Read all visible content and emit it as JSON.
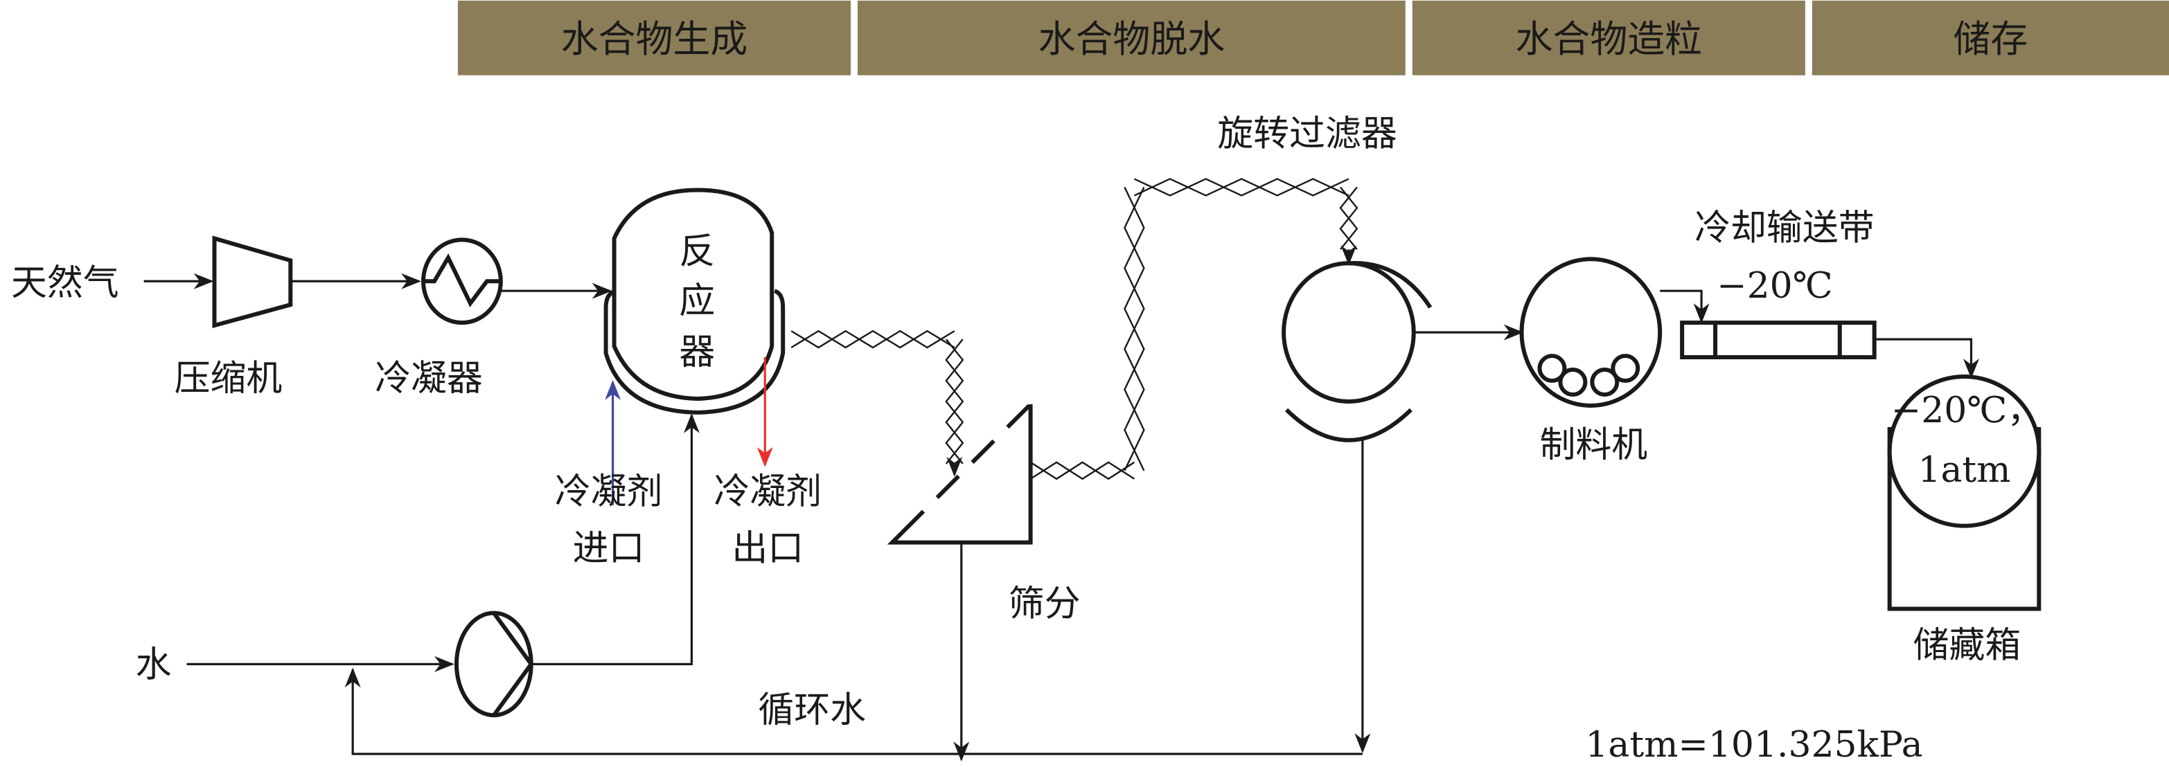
{
  "stages": [
    "水合物生成",
    "水合物脱水",
    "水合物造粒",
    "储存"
  ],
  "labels": {
    "natural_gas": "天然气",
    "compressor": "压缩机",
    "condenser": "冷凝器",
    "reactor": [
      "反",
      "应",
      "器"
    ],
    "coolant_in": [
      "冷凝剂",
      "进口"
    ],
    "coolant_out": [
      "冷凝剂",
      "出口"
    ],
    "water": "水",
    "recycle_water": "循环水",
    "screening": "筛分",
    "rotary_filter": "旋转过滤器",
    "pelletizer": "制料机",
    "cooling_conveyor": "冷却输送带",
    "conveyor_temp": "−20℃",
    "storage_cond": [
      "−20℃，",
      "1atm"
    ],
    "storage_tank": "储藏箱",
    "note": "1atm=101.325kPa"
  },
  "colors": {
    "header": "#8b7d57",
    "coolant_in": "#3d4a9a",
    "coolant_out": "#e8312a"
  }
}
